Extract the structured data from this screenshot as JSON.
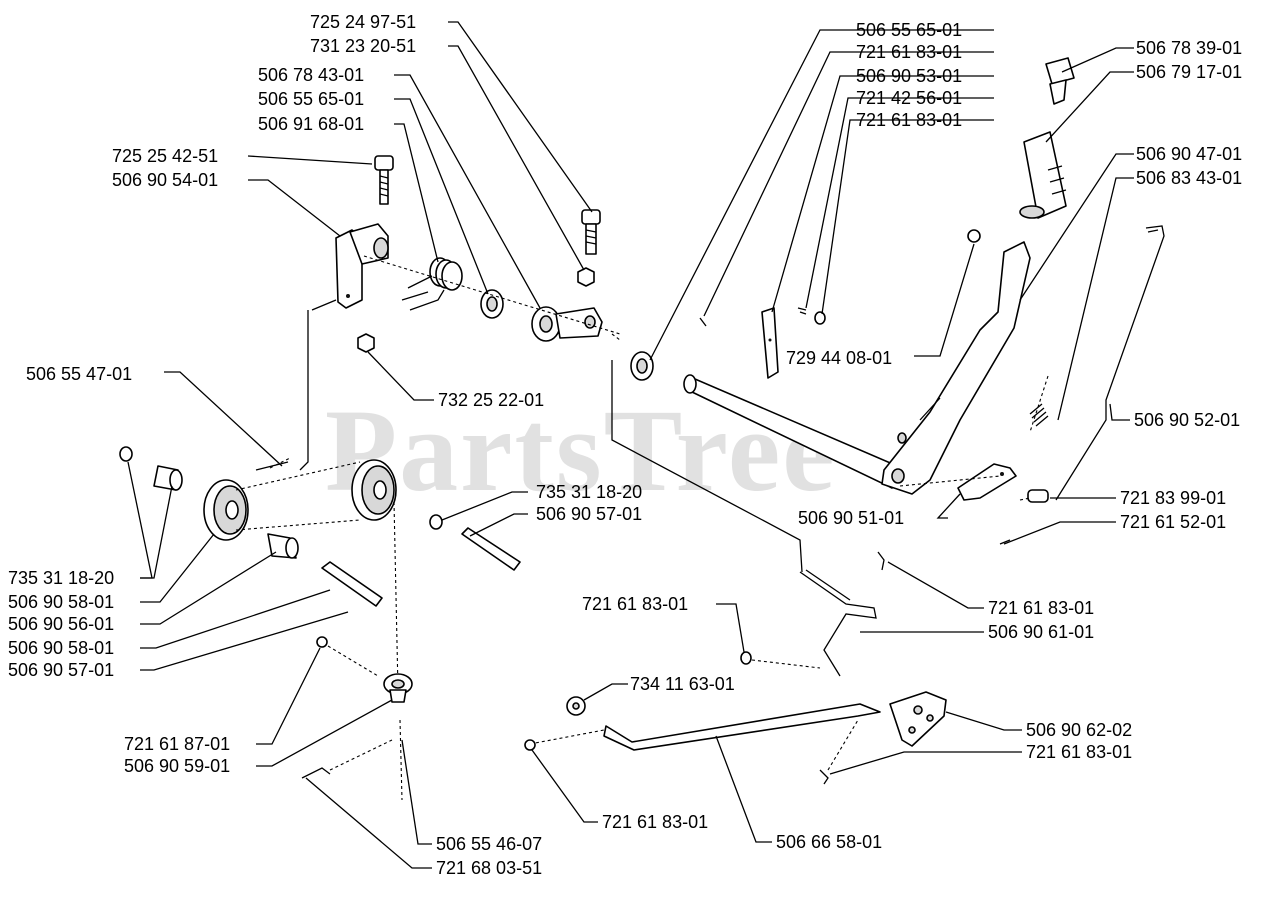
{
  "watermark": "PartsTree",
  "labels": {
    "l_725249751": "725 24 97-51",
    "l_731232051": "731 23 20-51",
    "l_506784301": "506 78 43-01",
    "l_506556501_a": "506 55 65-01",
    "l_506916801": "506 91 68-01",
    "l_725254251": "725 25 42-51",
    "l_506905401": "506 90 54-01",
    "l_506556501_b": "506 55 65-01",
    "l_721618301_a": "721 61 83-01",
    "l_506905301": "506 90 53-01",
    "l_721425601": "721 42 56-01",
    "l_721618301_b": "721 61 83-01",
    "l_506783901": "506 78 39-01",
    "l_506791701": "506 79 17-01",
    "l_506904701": "506 90 47-01",
    "l_506834301": "506 83 43-01",
    "l_729440801": "729 44 08-01",
    "l_506554701": "506 55 47-01",
    "l_732252201": "732 25 22-01",
    "l_506905201": "506 90 52-01",
    "l_735311820_a": "735 31 18-20",
    "l_506905701_a": "506 90 57-01",
    "l_506905101": "506 90 51-01",
    "l_721839901": "721 83 99-01",
    "l_721615201": "721 61 52-01",
    "l_735311820_b": "735 31 18-20",
    "l_506905801_a": "506 90 58-01",
    "l_506905601": "506 90 56-01",
    "l_506905801_b": "506 90 58-01",
    "l_506905701_b": "506 90 57-01",
    "l_721618301_c": "721 61 83-01",
    "l_721618301_d": "721 61 83-01",
    "l_506906101": "506 90 61-01",
    "l_734116301": "734 11 63-01",
    "l_506906202": "506 90 62-02",
    "l_721618301_e": "721 61 83-01",
    "l_721618701": "721 61 87-01",
    "l_506905901": "506 90 59-01",
    "l_721618301_f": "721 61 83-01",
    "l_506665801": "506 66 58-01",
    "l_506554607": "506 55 46-07",
    "l_721680351": "721 68 03-51"
  }
}
